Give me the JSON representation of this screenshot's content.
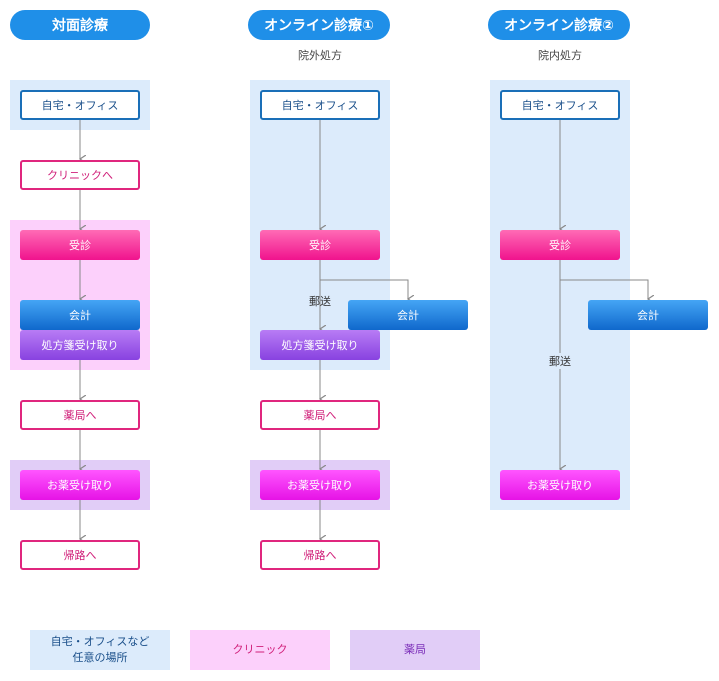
{
  "columns": [
    {
      "title": "対面診療",
      "subtitle": ""
    },
    {
      "title": "オンライン診療①",
      "subtitle": "院外処方"
    },
    {
      "title": "オンライン診療②",
      "subtitle": "院内処方"
    }
  ],
  "col1": {
    "home": "自宅・オフィス",
    "to_clinic": "クリニックへ",
    "consult": "受診",
    "payment": "会計",
    "rx_receive": "処方箋受け取り",
    "to_pharmacy": "薬局へ",
    "med_receive": "お薬受け取り",
    "return": "帰路へ"
  },
  "col2": {
    "home": "自宅・オフィス",
    "consult": "受診",
    "mail": "郵送",
    "payment": "会計",
    "rx_receive": "処方箋受け取り",
    "to_pharmacy": "薬局へ",
    "med_receive": "お薬受け取り",
    "return": "帰路へ"
  },
  "col3": {
    "home": "自宅・オフィス",
    "consult": "受診",
    "payment": "会計",
    "mail": "郵送",
    "med_receive": "お薬受け取り"
  },
  "legend": {
    "home_line1": "自宅・オフィスなど",
    "home_line2": "任意の場所",
    "clinic": "クリニック",
    "pharmacy": "薬局"
  },
  "colors": {
    "title_pill": "#1f8fe8",
    "home_zone": "#dcebfb",
    "clinic_zone": "#fcd0fb",
    "pharmacy_zone": "#e1cdf7"
  }
}
